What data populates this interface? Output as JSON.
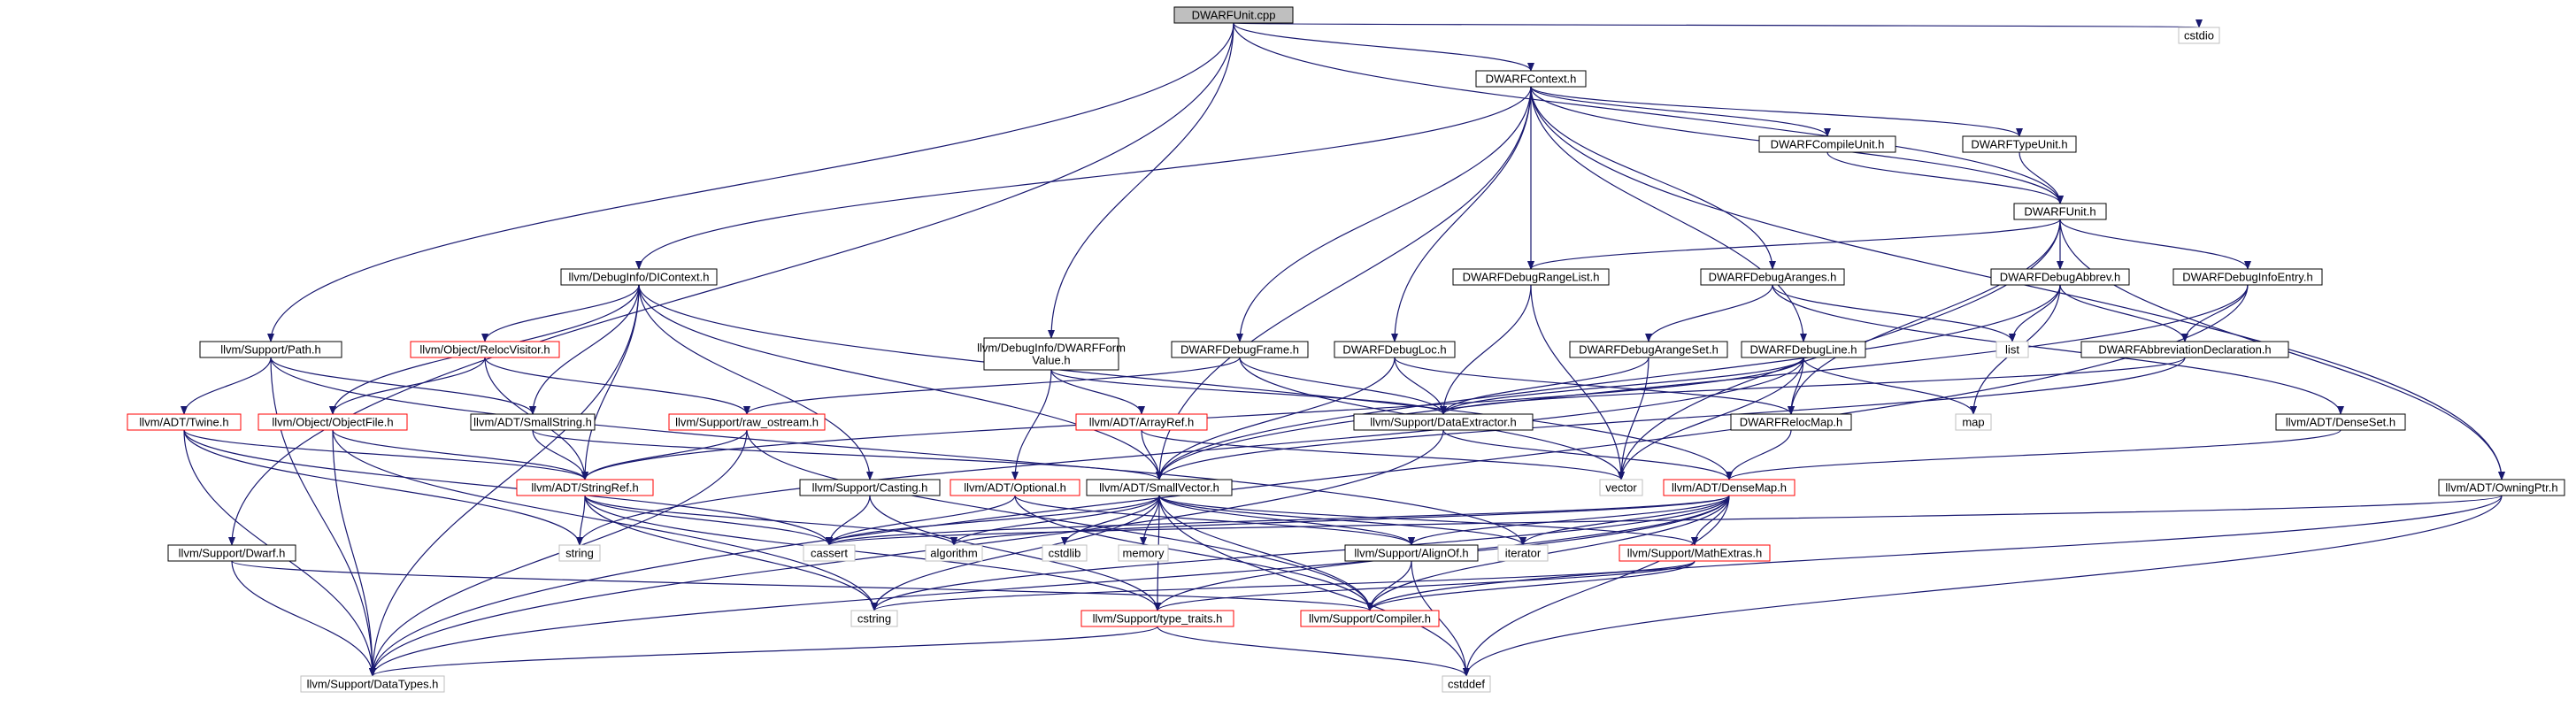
{
  "colors": {
    "edge": "#191970",
    "border_normal": "#000000",
    "border_linked": "#ff0000",
    "border_external": "#bfbfbf",
    "fill_root": "#bfbfbf",
    "fill_normal": "#ffffff",
    "text": "#000000"
  },
  "nodes": [
    {
      "id": "root",
      "label": "DWARFUnit.cpp",
      "kind": "root"
    },
    {
      "id": "cstdio",
      "label": "cstdio",
      "kind": "external"
    },
    {
      "id": "context",
      "label": "DWARFContext.h",
      "kind": "normal"
    },
    {
      "id": "compileunit",
      "label": "DWARFCompileUnit.h",
      "kind": "normal"
    },
    {
      "id": "typeunit",
      "label": "DWARFTypeUnit.h",
      "kind": "normal"
    },
    {
      "id": "unit",
      "label": "DWARFUnit.h",
      "kind": "normal"
    },
    {
      "id": "dicontext",
      "label": "llvm/DebugInfo/DIContext.h",
      "kind": "normal"
    },
    {
      "id": "rangelist",
      "label": "DWARFDebugRangeList.h",
      "kind": "normal"
    },
    {
      "id": "aranges",
      "label": "DWARFDebugAranges.h",
      "kind": "normal"
    },
    {
      "id": "abbrev",
      "label": "DWARFDebugAbbrev.h",
      "kind": "normal"
    },
    {
      "id": "infoentry",
      "label": "DWARFDebugInfoEntry.h",
      "kind": "normal"
    },
    {
      "id": "path",
      "label": "llvm/Support/Path.h",
      "kind": "normal"
    },
    {
      "id": "relocvisitor",
      "label": "llvm/Object/RelocVisitor.h",
      "kind": "linked"
    },
    {
      "id": "formvalue",
      "label": "llvm/DebugInfo/DWARFForm Value.h",
      "kind": "normal"
    },
    {
      "id": "frame",
      "label": "DWARFDebugFrame.h",
      "kind": "normal"
    },
    {
      "id": "loc",
      "label": "DWARFDebugLoc.h",
      "kind": "normal"
    },
    {
      "id": "arangeset",
      "label": "DWARFDebugArangeSet.h",
      "kind": "normal"
    },
    {
      "id": "line",
      "label": "DWARFDebugLine.h",
      "kind": "normal"
    },
    {
      "id": "list",
      "label": "list",
      "kind": "external"
    },
    {
      "id": "abbrevdecl",
      "label": "DWARFAbbreviationDeclaration.h",
      "kind": "normal"
    },
    {
      "id": "twine",
      "label": "llvm/ADT/Twine.h",
      "kind": "linked"
    },
    {
      "id": "objectfile",
      "label": "llvm/Object/ObjectFile.h",
      "kind": "linked"
    },
    {
      "id": "smallstring",
      "label": "llvm/ADT/SmallString.h",
      "kind": "normal"
    },
    {
      "id": "rawostream",
      "label": "llvm/Support/raw_ostream.h",
      "kind": "linked"
    },
    {
      "id": "arrayref",
      "label": "llvm/ADT/ArrayRef.h",
      "kind": "linked"
    },
    {
      "id": "dataextractor",
      "label": "llvm/Support/DataExtractor.h",
      "kind": "normal"
    },
    {
      "id": "relocmap",
      "label": "DWARFRelocMap.h",
      "kind": "normal"
    },
    {
      "id": "map",
      "label": "map",
      "kind": "external"
    },
    {
      "id": "denseset",
      "label": "llvm/ADT/DenseSet.h",
      "kind": "normal"
    },
    {
      "id": "stringref",
      "label": "llvm/ADT/StringRef.h",
      "kind": "linked"
    },
    {
      "id": "casting",
      "label": "llvm/Support/Casting.h",
      "kind": "normal"
    },
    {
      "id": "optional",
      "label": "llvm/ADT/Optional.h",
      "kind": "linked"
    },
    {
      "id": "smallvector",
      "label": "llvm/ADT/SmallVector.h",
      "kind": "normal"
    },
    {
      "id": "vector",
      "label": "vector",
      "kind": "external"
    },
    {
      "id": "densemap",
      "label": "llvm/ADT/DenseMap.h",
      "kind": "linked"
    },
    {
      "id": "owningptr",
      "label": "llvm/ADT/OwningPtr.h",
      "kind": "normal"
    },
    {
      "id": "string",
      "label": "string",
      "kind": "external"
    },
    {
      "id": "cassert",
      "label": "cassert",
      "kind": "external"
    },
    {
      "id": "algorithm",
      "label": "algorithm",
      "kind": "external"
    },
    {
      "id": "cstdlib",
      "label": "cstdlib",
      "kind": "external"
    },
    {
      "id": "memory",
      "label": "memory",
      "kind": "external"
    },
    {
      "id": "alignof",
      "label": "llvm/Support/AlignOf.h",
      "kind": "normal"
    },
    {
      "id": "iterator",
      "label": "iterator",
      "kind": "external"
    },
    {
      "id": "mathextras",
      "label": "llvm/Support/MathExtras.h",
      "kind": "linked"
    },
    {
      "id": "dwarf",
      "label": "llvm/Support/Dwarf.h",
      "kind": "normal"
    },
    {
      "id": "cstring",
      "label": "cstring",
      "kind": "external"
    },
    {
      "id": "typetraits",
      "label": "llvm/Support/type_traits.h",
      "kind": "linked"
    },
    {
      "id": "compiler",
      "label": "llvm/Support/Compiler.h",
      "kind": "linked"
    },
    {
      "id": "datatypes",
      "label": "llvm/Support/DataTypes.h",
      "kind": "external"
    },
    {
      "id": "cstddef",
      "label": "cstddef",
      "kind": "external"
    }
  ],
  "edges": [
    [
      "root",
      "context"
    ],
    [
      "root",
      "cstdio"
    ],
    [
      "root",
      "unit"
    ],
    [
      "root",
      "path"
    ],
    [
      "root",
      "formvalue"
    ],
    [
      "root",
      "dwarf"
    ],
    [
      "context",
      "compileunit"
    ],
    [
      "context",
      "typeunit"
    ],
    [
      "context",
      "unit"
    ],
    [
      "context",
      "owningptr"
    ],
    [
      "context",
      "dicontext"
    ],
    [
      "context",
      "rangelist"
    ],
    [
      "context",
      "aranges"
    ],
    [
      "context",
      "frame"
    ],
    [
      "context",
      "loc"
    ],
    [
      "context",
      "line"
    ],
    [
      "context",
      "smallvector"
    ],
    [
      "compileunit",
      "unit"
    ],
    [
      "typeunit",
      "unit"
    ],
    [
      "unit",
      "rangelist"
    ],
    [
      "unit",
      "abbrev"
    ],
    [
      "unit",
      "infoentry"
    ],
    [
      "unit",
      "owningptr"
    ],
    [
      "unit",
      "relocmap"
    ],
    [
      "unit",
      "vector"
    ],
    [
      "dicontext",
      "relocvisitor"
    ],
    [
      "dicontext",
      "objectfile"
    ],
    [
      "dicontext",
      "smallstring"
    ],
    [
      "dicontext",
      "stringref"
    ],
    [
      "dicontext",
      "casting"
    ],
    [
      "dicontext",
      "smallvector"
    ],
    [
      "dicontext",
      "densemap"
    ],
    [
      "dicontext",
      "datatypes"
    ],
    [
      "path",
      "twine"
    ],
    [
      "path",
      "smallstring"
    ],
    [
      "path",
      "datatypes"
    ],
    [
      "path",
      "iterator"
    ],
    [
      "relocvisitor",
      "objectfile"
    ],
    [
      "relocvisitor",
      "stringref"
    ],
    [
      "relocvisitor",
      "rawostream"
    ],
    [
      "formvalue",
      "optional"
    ],
    [
      "formvalue",
      "arrayref"
    ],
    [
      "formvalue",
      "dataextractor"
    ],
    [
      "frame",
      "rawostream"
    ],
    [
      "frame",
      "dataextractor"
    ],
    [
      "frame",
      "vector"
    ],
    [
      "loc",
      "dataextractor"
    ],
    [
      "loc",
      "smallvector"
    ],
    [
      "loc",
      "relocmap"
    ],
    [
      "rangelist",
      "dataextractor"
    ],
    [
      "rangelist",
      "vector"
    ],
    [
      "aranges",
      "arangeset"
    ],
    [
      "aranges",
      "list"
    ],
    [
      "aranges",
      "denseset"
    ],
    [
      "arangeset",
      "dataextractor"
    ],
    [
      "arangeset",
      "vector"
    ],
    [
      "line",
      "dataextractor"
    ],
    [
      "line",
      "relocmap"
    ],
    [
      "line",
      "map"
    ],
    [
      "line",
      "vector"
    ],
    [
      "line",
      "string"
    ],
    [
      "line",
      "stringref"
    ],
    [
      "abbrev",
      "list"
    ],
    [
      "abbrev",
      "map"
    ],
    [
      "abbrev",
      "abbrevdecl"
    ],
    [
      "abbrev",
      "smallvector"
    ],
    [
      "infoentry",
      "abbrevdecl"
    ],
    [
      "infoentry",
      "smallvector"
    ],
    [
      "infoentry",
      "datatypes"
    ],
    [
      "abbrevdecl",
      "dataextractor"
    ],
    [
      "abbrevdecl",
      "smallvector"
    ],
    [
      "twine",
      "stringref"
    ],
    [
      "twine",
      "datatypes"
    ],
    [
      "twine",
      "string"
    ],
    [
      "twine",
      "cassert"
    ],
    [
      "objectfile",
      "stringref"
    ],
    [
      "objectfile",
      "datatypes"
    ],
    [
      "objectfile",
      "cstring"
    ],
    [
      "smallstring",
      "stringref"
    ],
    [
      "smallstring",
      "smallvector"
    ],
    [
      "rawostream",
      "stringref"
    ],
    [
      "rawostream",
      "compiler"
    ],
    [
      "rawostream",
      "datatypes"
    ],
    [
      "arrayref",
      "smallvector"
    ],
    [
      "arrayref",
      "vector"
    ],
    [
      "dataextractor",
      "datatypes"
    ],
    [
      "dataextractor",
      "densemap"
    ],
    [
      "relocmap",
      "densemap"
    ],
    [
      "denseset",
      "densemap"
    ],
    [
      "stringref",
      "string"
    ],
    [
      "stringref",
      "cassert"
    ],
    [
      "stringref",
      "cstring"
    ],
    [
      "stringref",
      "typetraits"
    ],
    [
      "stringref",
      "algorithm"
    ],
    [
      "casting",
      "cassert"
    ],
    [
      "casting",
      "typetraits"
    ],
    [
      "optional",
      "cassert"
    ],
    [
      "optional",
      "alignof"
    ],
    [
      "optional",
      "compiler"
    ],
    [
      "smallvector",
      "cassert"
    ],
    [
      "smallvector",
      "algorithm"
    ],
    [
      "smallvector",
      "cstdlib"
    ],
    [
      "smallvector",
      "memory"
    ],
    [
      "smallvector",
      "alignof"
    ],
    [
      "smallvector",
      "iterator"
    ],
    [
      "smallvector",
      "mathextras"
    ],
    [
      "smallvector",
      "compiler"
    ],
    [
      "smallvector",
      "typetraits"
    ],
    [
      "smallvector",
      "cstring"
    ],
    [
      "smallvector",
      "cstddef"
    ],
    [
      "densemap",
      "cassert"
    ],
    [
      "densemap",
      "algorithm"
    ],
    [
      "densemap",
      "alignof"
    ],
    [
      "densemap",
      "iterator"
    ],
    [
      "densemap",
      "mathextras"
    ],
    [
      "densemap",
      "compiler"
    ],
    [
      "densemap",
      "typetraits"
    ],
    [
      "densemap",
      "cstring"
    ],
    [
      "densemap",
      "cstddef"
    ],
    [
      "densemap",
      "datatypes"
    ],
    [
      "owningptr",
      "cassert"
    ],
    [
      "owningptr",
      "compiler"
    ],
    [
      "owningptr",
      "cstddef"
    ],
    [
      "alignof",
      "compiler"
    ],
    [
      "alignof",
      "cstddef"
    ],
    [
      "mathextras",
      "compiler"
    ],
    [
      "mathextras",
      "typetraits"
    ],
    [
      "mathextras",
      "cstring"
    ],
    [
      "dwarf",
      "datatypes"
    ],
    [
      "dwarf",
      "compiler"
    ],
    [
      "typetraits",
      "datatypes"
    ],
    [
      "typetraits",
      "cstddef"
    ]
  ]
}
